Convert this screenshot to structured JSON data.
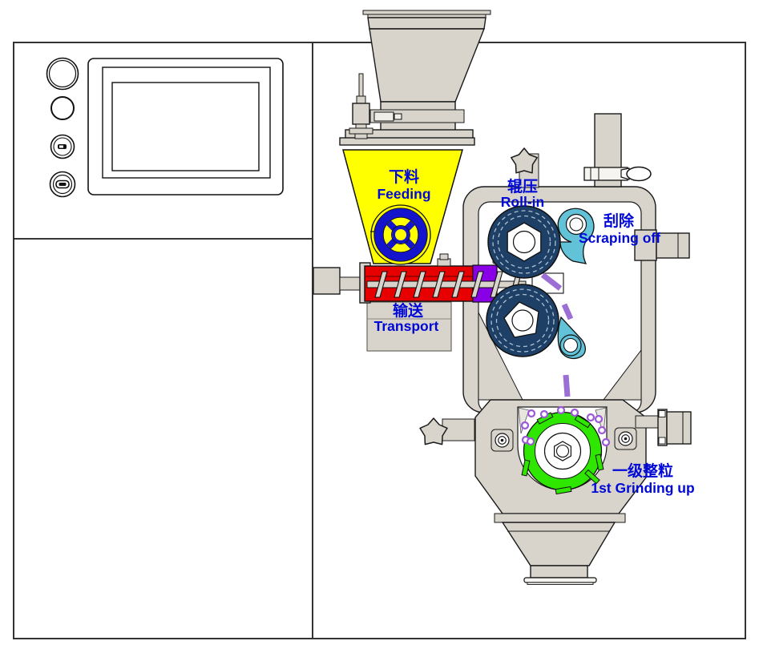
{
  "diagram": {
    "labels": {
      "feeding": {
        "zh": "下料",
        "en": "Feeding"
      },
      "roll_in": {
        "zh": "辊压",
        "en": "Roll-in"
      },
      "scraping": {
        "zh": "刮除",
        "en": "Scraping off"
      },
      "transport": {
        "zh": "输送",
        "en": "Transport"
      },
      "grinding": {
        "zh": "一级整粒",
        "en": "1st Grinding up"
      }
    },
    "colors": {
      "label_text": "#0008d6",
      "feeder_funnel": "#ffff00",
      "feeder_wheel": "#1414cc",
      "conveyor_housing": "#e60000",
      "conveyor_outlet": "#8a00e6",
      "roller": "#1e4066",
      "scraper": "#62c3d8",
      "rotor": "#2ee600",
      "granule": "#9b59d6",
      "ribbon": "#9b6fd6",
      "body_metal": "#d8d4cb"
    }
  }
}
